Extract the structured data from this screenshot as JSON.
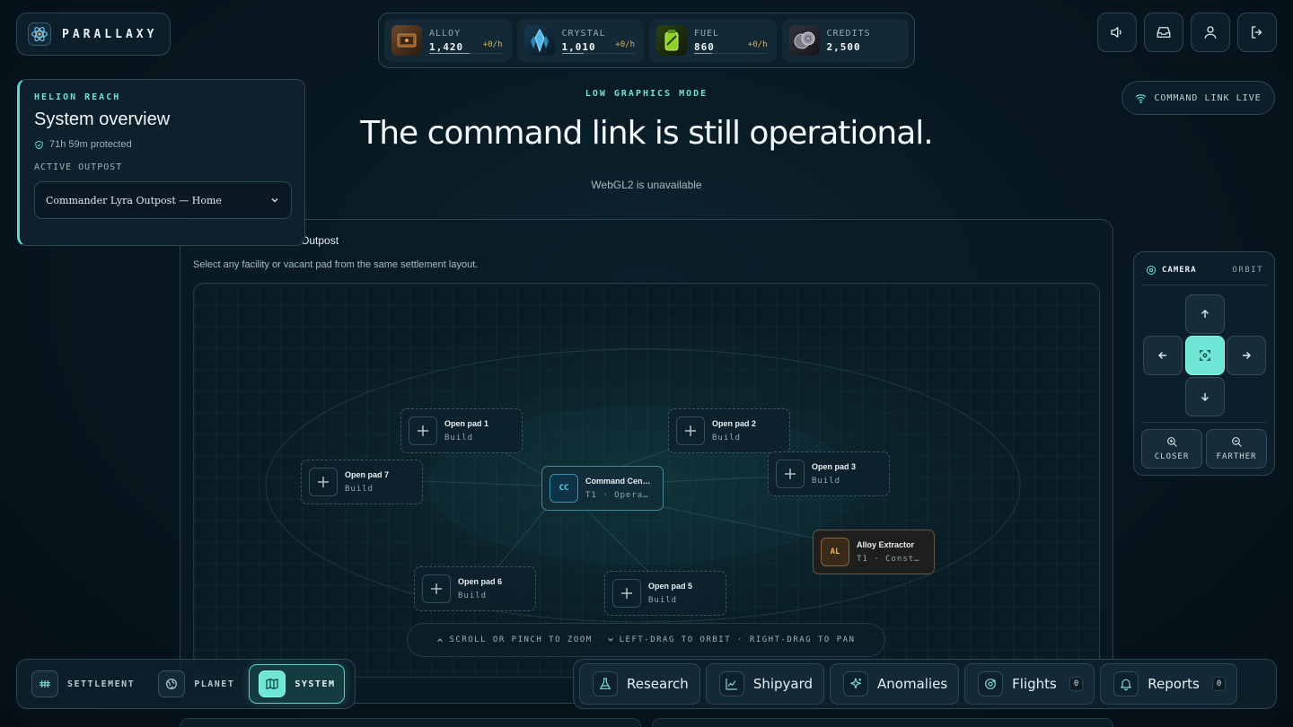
{
  "brand": {
    "name": "PARALLAXY"
  },
  "resources": [
    {
      "name": "ALLOY",
      "value": "1,420",
      "rate": "+0/h",
      "fill": 0.55,
      "icon": "alloy-crate-icon"
    },
    {
      "name": "CRYSTAL",
      "value": "1,010",
      "rate": "+0/h",
      "fill": 0.3,
      "icon": "crystal-icon"
    },
    {
      "name": "FUEL",
      "value": "860",
      "rate": "+0/h",
      "fill": 0.25,
      "icon": "fuel-canister-icon"
    },
    {
      "name": "CREDITS",
      "value": "2,500",
      "rate": "",
      "fill": 0.0,
      "icon": "credits-coins-icon"
    }
  ],
  "top_buttons": [
    {
      "name": "sound-button",
      "icon": "speaker-icon"
    },
    {
      "name": "inbox-button",
      "icon": "inbox-icon"
    },
    {
      "name": "profile-button",
      "icon": "user-icon"
    },
    {
      "name": "logout-button",
      "icon": "logout-icon"
    }
  ],
  "overview": {
    "kicker": "HELION REACH",
    "title": "System overview",
    "protected": "71h 59m protected",
    "active_label": "ACTIVE OUTPOST",
    "selected_outpost": "Commander Lyra Outpost — Home"
  },
  "header": {
    "mode": "LOW GRAPHICS MODE",
    "headline": "The command link is still operational.",
    "sub": "WebGL2 is unavailable"
  },
  "status": {
    "label": "COMMAND LINK LIVE"
  },
  "main": {
    "title": "Outpost",
    "subtitle": "Select any facility or vacant pad from the same settlement layout."
  },
  "pads": [
    {
      "id": "pad1",
      "name": "Open pad 1",
      "sub": "Build"
    },
    {
      "id": "pad2",
      "name": "Open pad 2",
      "sub": "Build"
    },
    {
      "id": "pad3",
      "name": "Open pad 3",
      "sub": "Build"
    },
    {
      "id": "pad5",
      "name": "Open pad 5",
      "sub": "Build"
    },
    {
      "id": "pad6",
      "name": "Open pad 6",
      "sub": "Build"
    },
    {
      "id": "pad7",
      "name": "Open pad 7",
      "sub": "Build"
    }
  ],
  "facilities": {
    "command": {
      "badge": "CC",
      "name": "Command Cen…",
      "sub": "T1 · Opera…"
    },
    "alloy": {
      "badge": "AL",
      "name": "Alloy Extractor",
      "sub": "T1 · Const…"
    }
  },
  "hint": {
    "zoom": "SCROLL OR PINCH TO ZOOM",
    "orbit": "LEFT-DRAG TO ORBIT · RIGHT-DRAG TO PAN"
  },
  "camera": {
    "title": "CAMERA",
    "mode": "ORBIT",
    "closer": "CLOSER",
    "farther": "FARTHER"
  },
  "views": [
    {
      "label": "SETTLEMENT",
      "icon": "settlement-icon",
      "active": false
    },
    {
      "label": "PLANET",
      "icon": "planet-icon",
      "active": false
    },
    {
      "label": "SYSTEM",
      "icon": "map-icon",
      "active": true
    }
  ],
  "actions": [
    {
      "label": "Research",
      "icon": "flask-icon",
      "count": null
    },
    {
      "label": "Shipyard",
      "icon": "shipyard-icon",
      "count": null
    },
    {
      "label": "Anomalies",
      "icon": "sparkle-icon",
      "count": null
    },
    {
      "label": "Flights",
      "icon": "orbit-icon",
      "count": "0"
    },
    {
      "label": "Reports",
      "icon": "bell-icon",
      "count": "0"
    }
  ],
  "colors": {
    "accent": "#6fe6d5",
    "rate": "#d8b25a",
    "alloy_badge": "#f0ae5b",
    "command_badge": "#6ccbee"
  }
}
